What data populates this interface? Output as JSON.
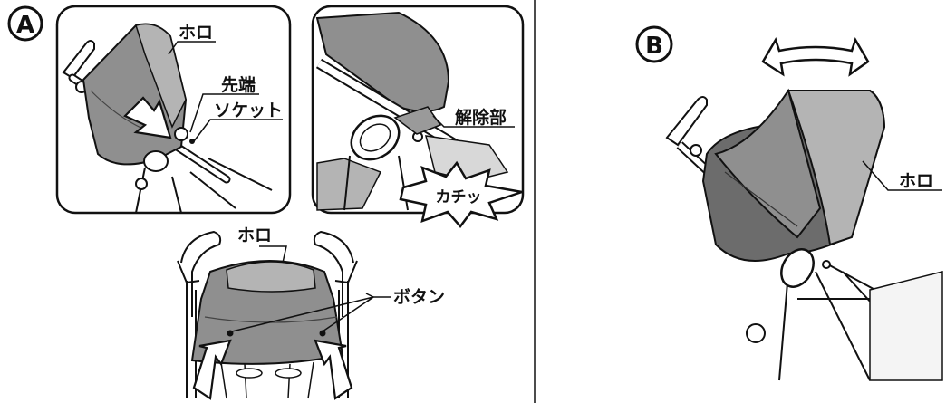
{
  "panel_a": {
    "marker": "A",
    "inset_left": {
      "hood_label": "ホロ",
      "tip_label": "先端",
      "socket_label": "ソケット"
    },
    "inset_right": {
      "release_label": "解除部",
      "click_sound": "カチッ"
    },
    "rear_view": {
      "hood_label": "ホロ",
      "button_label": "ボタン"
    }
  },
  "panel_b": {
    "marker": "B",
    "hood_label": "ホロ"
  },
  "colors": {
    "hood": "#8f8f8f",
    "hood_dark": "#6c6c6c",
    "hood_light": "#b4b4b4",
    "line": "#111111"
  }
}
